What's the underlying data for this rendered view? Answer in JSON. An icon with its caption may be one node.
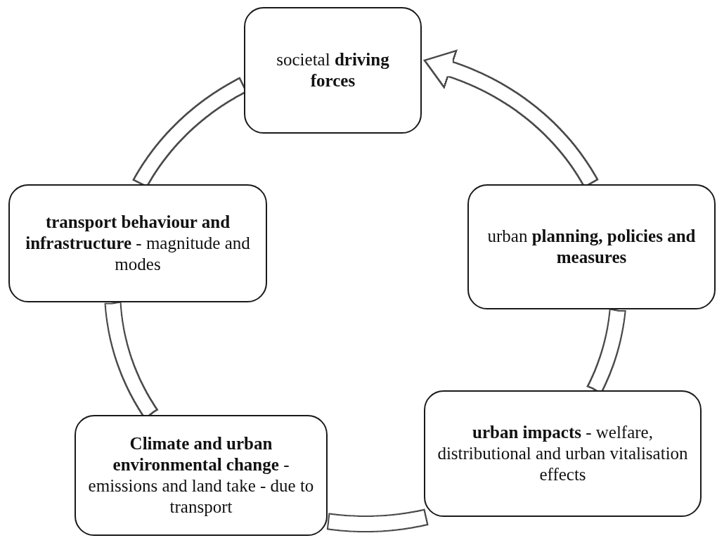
{
  "diagram": {
    "nodes": [
      {
        "text": [
          "societal **driving forces**"
        ]
      },
      {
        "text": [
          "**transport behaviour and infrastructure** - magnitude and modes"
        ]
      },
      {
        "text": [
          "**Climate and urban environmental change** - emissions and land take - due to transport"
        ]
      },
      {
        "text": [
          "**urban impacts** - welfare, distributional and urban vitalisation effects"
        ]
      },
      {
        "text": [
          "urban **planning, policies and measures**"
        ]
      }
    ],
    "edges": [
      {
        "from": 0,
        "to": 1,
        "arrow": "none"
      },
      {
        "from": 1,
        "to": 2,
        "arrow": "none"
      },
      {
        "from": 2,
        "to": 3,
        "arrow": "none"
      },
      {
        "from": 3,
        "to": 4,
        "arrow": "none"
      },
      {
        "from": 4,
        "to": 0,
        "arrow": "to"
      }
    ]
  }
}
